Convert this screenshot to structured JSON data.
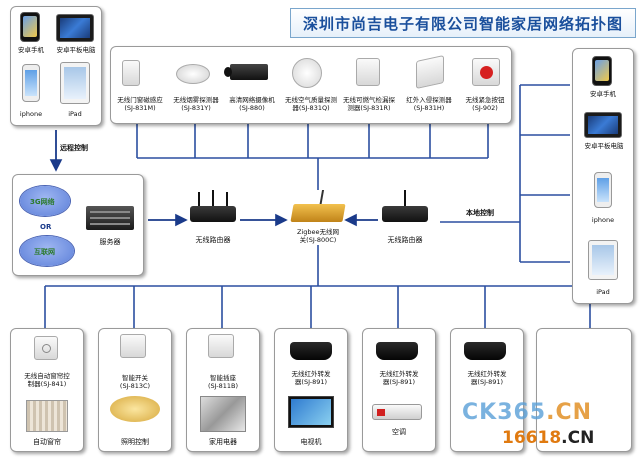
{
  "title": "深圳市尚吉电子有限公司智能家居网络拓扑图",
  "colors": {
    "line": "#2b4fa0",
    "arrow": "#1a3a8a",
    "title": "#1a4f9c"
  },
  "top_left": {
    "android_phone": "安卓手机",
    "android_tablet": "安卓平板电脑",
    "iphone": "iphone",
    "ipad": "iPad"
  },
  "remote_label": "远程控制",
  "local_label": "本地控制",
  "cloud": {
    "net3g": "3G网络",
    "or": "OR",
    "internet": "互联网",
    "server": "服务器"
  },
  "routers": {
    "left": "无线路由器",
    "right": "无线路由器"
  },
  "gateway": {
    "line1": "Zigbee无线网",
    "line2": "关(SJ-800C)"
  },
  "sensors": [
    {
      "name": "无线门窗磁感应",
      "model": "(SJ-831M)"
    },
    {
      "name": "无线烟雾探测器",
      "model": "(SJ-831Y)"
    },
    {
      "name": "高清网络摄像机",
      "model": "(SJ-880)"
    },
    {
      "name": "无线空气质量探测",
      "model": "器(SJ-831Q)"
    },
    {
      "name": "无线可燃气检漏探",
      "model": "测器(SJ-831R)"
    },
    {
      "name": "红外入侵探测器",
      "model": "(SJ-831H)"
    },
    {
      "name": "无线紧急按钮",
      "model": "(SJ-902)"
    }
  ],
  "right_devices": {
    "android_phone": "安卓手机",
    "android_tablet": "安卓平板电脑",
    "iphone": "iphone",
    "ipad": "iPad"
  },
  "bottom": [
    {
      "name": "无线自动窗帘控",
      "model": "制器(SJ-841)",
      "label": "自动窗帘"
    },
    {
      "name": "智能开关",
      "model": "(SJ-813C)",
      "label": "照明控制"
    },
    {
      "name": "智能插座",
      "model": "(SJ-811B)",
      "label": "家用电器"
    },
    {
      "name": "无线红外转发",
      "model": "器(SJ-891)",
      "label": "电视机"
    },
    {
      "name": "无线红外转发",
      "model": "器(SJ-891)",
      "label": "空调"
    },
    {
      "name": "无线红外转发",
      "model": "器(SJ-891)",
      "label": ""
    }
  ],
  "watermark": {
    "a": "CK365",
    "b": ".CN",
    "c": "16618",
    "d": ".CN"
  }
}
